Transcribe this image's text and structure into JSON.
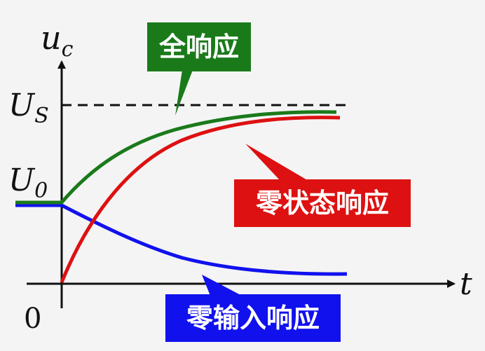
{
  "axis": {
    "y_label_main": "u",
    "y_label_sub": "c",
    "x_label": "t",
    "origin_label": "0"
  },
  "levels": {
    "us_main": "U",
    "us_sub": "S",
    "u0_main": "U",
    "u0_sub": "0"
  },
  "callouts": {
    "full": {
      "label": "全响应",
      "color": "#1a7a1a"
    },
    "zero_state": {
      "label": "零状态响应",
      "color": "#dd1111"
    },
    "zero_input": {
      "label": "零输入响应",
      "color": "#1111ee"
    }
  },
  "colors": {
    "full_response": "#1a7a1a",
    "zero_state_response": "#dd1111",
    "zero_input_response": "#1111ee",
    "axis": "#111111"
  }
}
